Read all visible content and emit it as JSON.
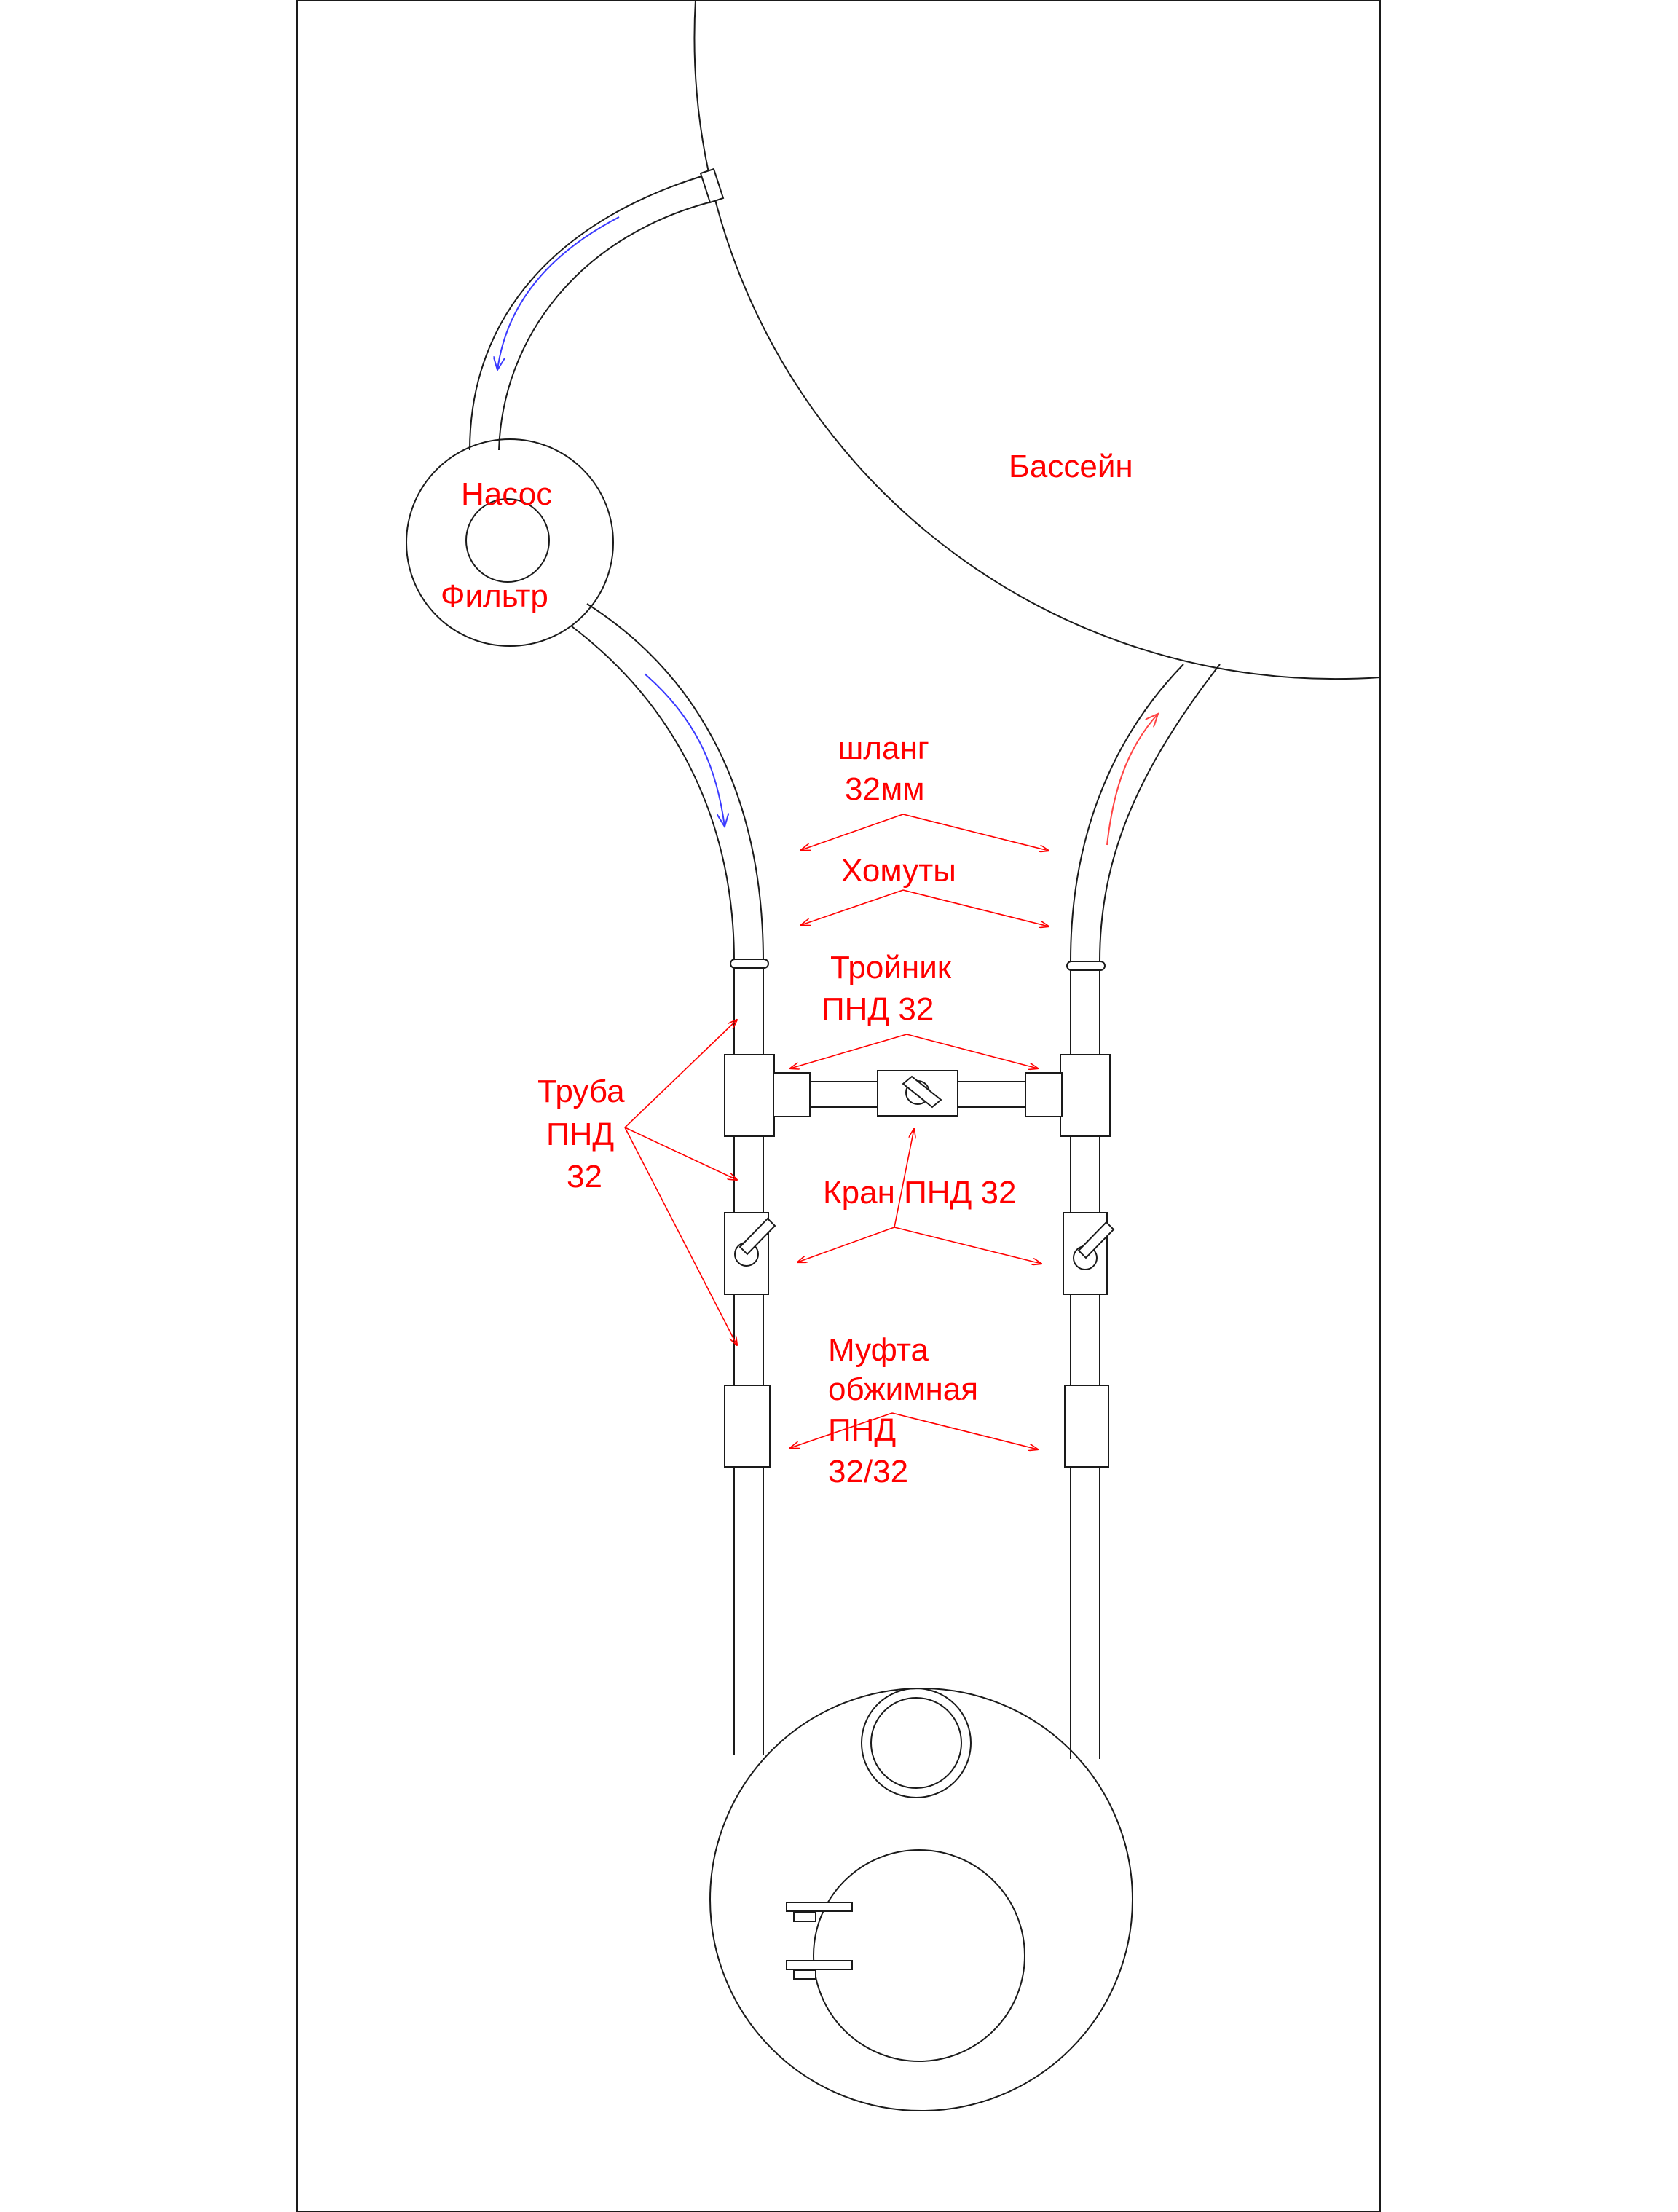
{
  "labels": {
    "pool": "Бассейн",
    "pump": "Насос",
    "filter": "Фильтр",
    "hose_line1": "шланг",
    "hose_line2": "32мм",
    "clamps": "Хомуты",
    "tee_line1": "Тройник",
    "tee_line2": "ПНД 32",
    "pipe_line1": "Труба",
    "pipe_line2": "ПНД",
    "pipe_line3": "32",
    "valve": "Кран ПНД 32",
    "coupling_line1": "Муфта",
    "coupling_line2": "обжимная",
    "coupling_line3": "ПНД",
    "coupling_line4": "32/32"
  },
  "colors": {
    "outline": "#1a1a1a",
    "label": "#ff0000",
    "flow_in": "#3a3aff",
    "flow_out": "#ff4444",
    "background": "#ffffff"
  },
  "icons": {
    "pump_filter": "circle-with-hub",
    "valve": "ball-valve-handle",
    "tee": "tee-fitting",
    "coupling": "compression-coupling",
    "clamp": "hose-clamp"
  }
}
